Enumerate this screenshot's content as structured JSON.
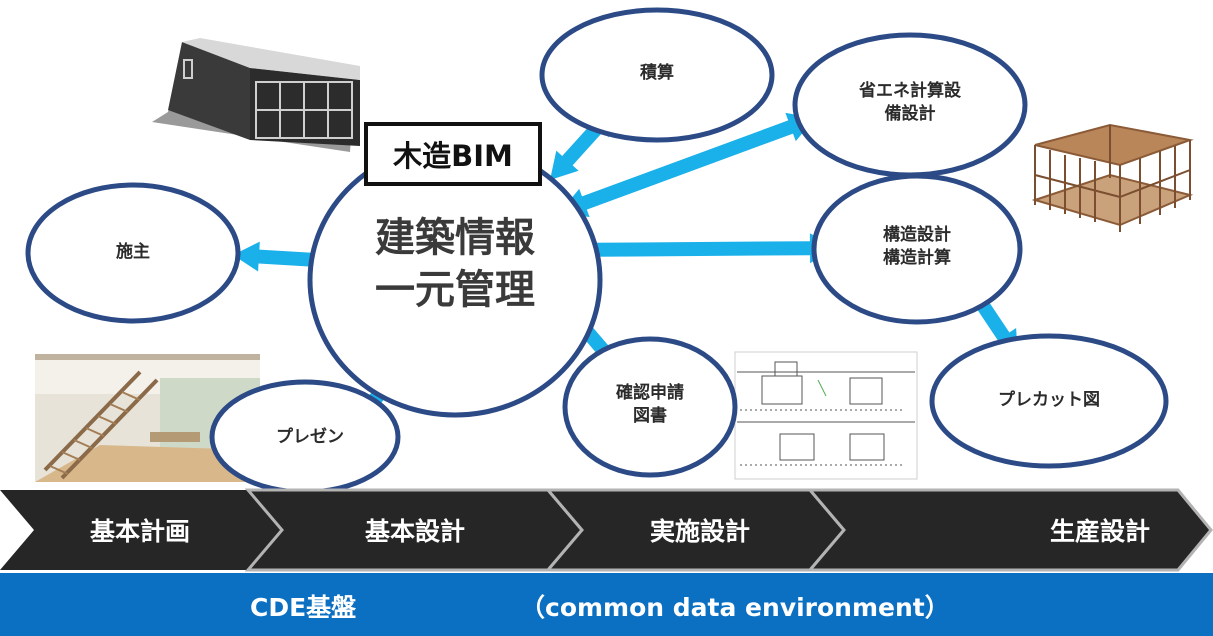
{
  "center": {
    "line1": "建築情報",
    "line2": "一元管理",
    "tag": "木造BIM"
  },
  "nodes": {
    "sekisan": "積算",
    "shoene_line1": "省エネ計算設",
    "shoene_line2": "備設計",
    "sesyu": "施主",
    "kozo_line1": "構造設計",
    "kozo_line2": "構造計算",
    "kakunin_line1": "確認申請",
    "kakunin_line2": "図書",
    "precut": "プレカット図",
    "presen": "プレゼン"
  },
  "phases": [
    "基本計画",
    "基本設計",
    "実施設計",
    "生産設計"
  ],
  "cde": {
    "title": "CDE基盤",
    "subtitle": "（common data environment）"
  },
  "colors": {
    "ellipse_stroke": "#2b4a86",
    "arrow": "#1ab0ea",
    "phase_bg": "#262626",
    "cde_bg": "#0b6fc2"
  }
}
